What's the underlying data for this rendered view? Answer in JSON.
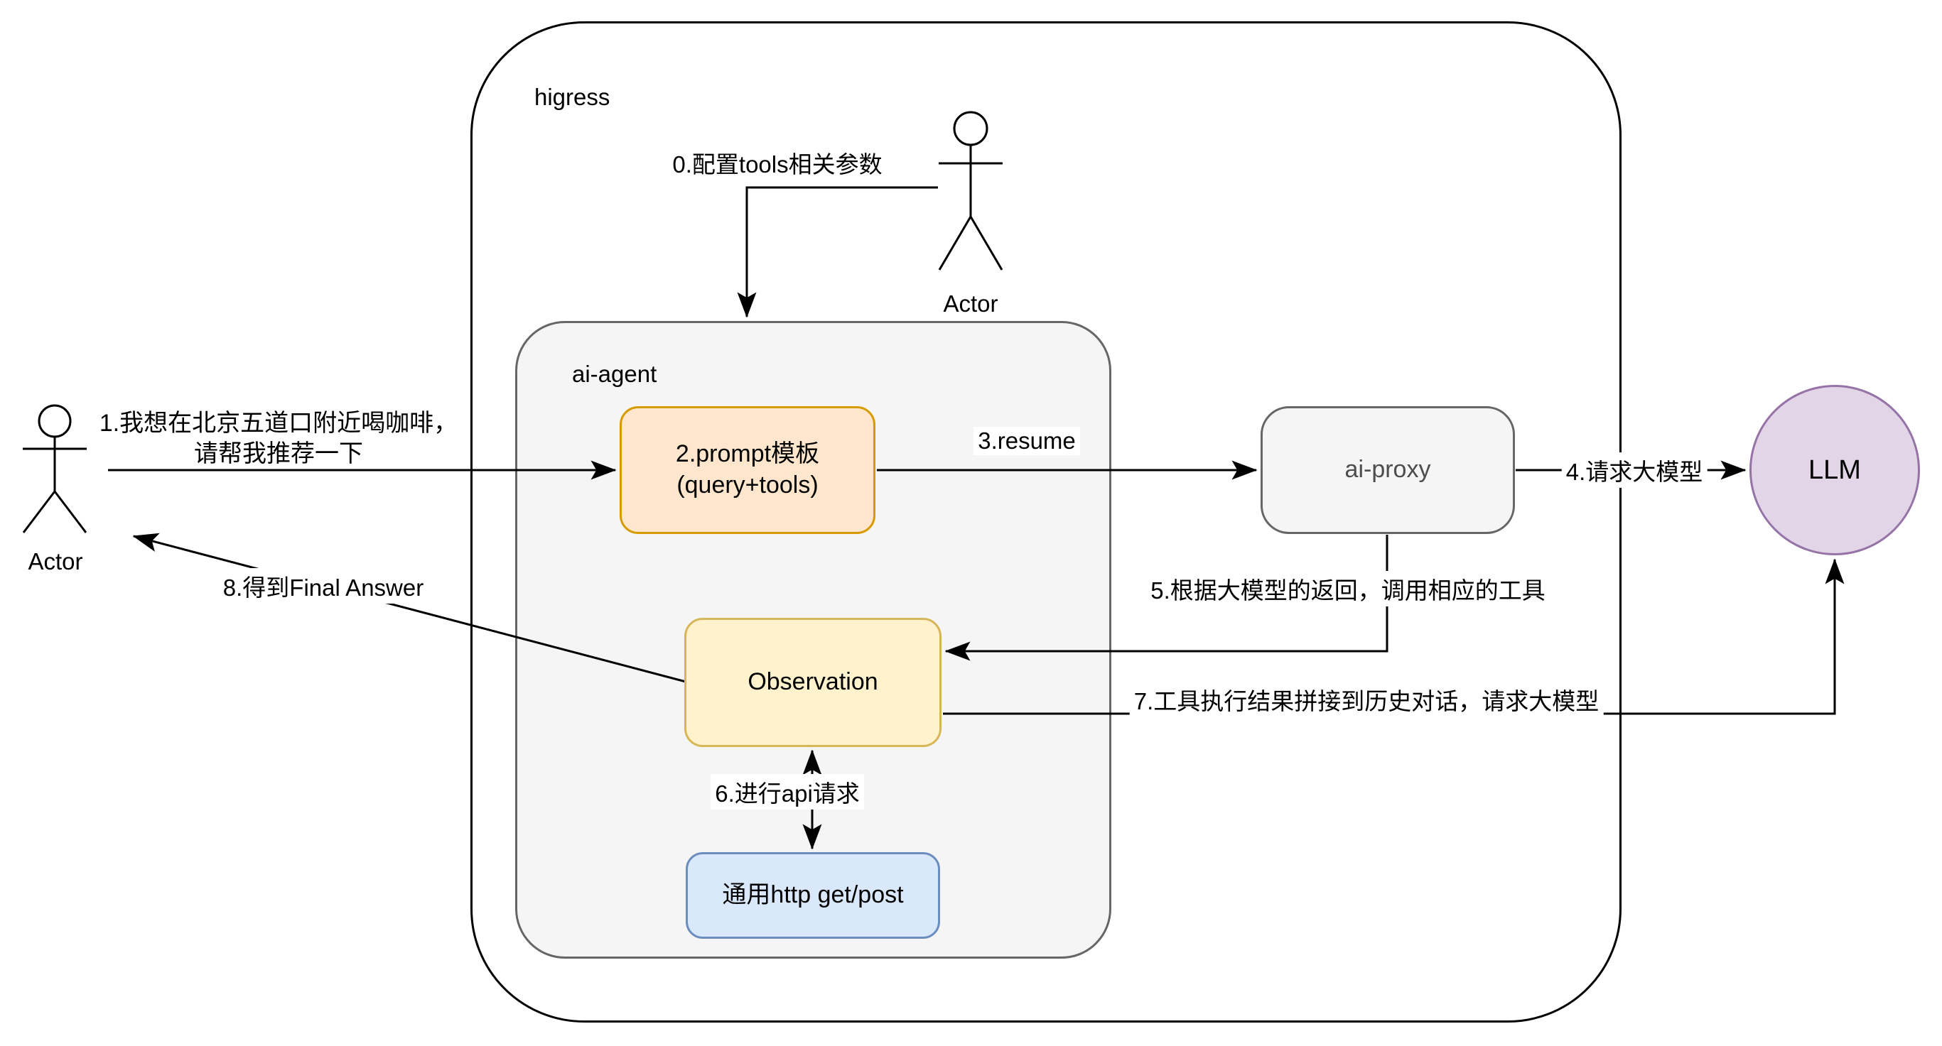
{
  "diagram": {
    "outer_container": {
      "label": "higress"
    },
    "agent_container": {
      "label": "ai-agent"
    },
    "actors": {
      "top": {
        "label": "Actor"
      },
      "left": {
        "label": "Actor"
      }
    },
    "nodes": {
      "prompt": {
        "line1": "2.prompt模板",
        "line2": "(query+tools)"
      },
      "ai_proxy": {
        "label": "ai-proxy"
      },
      "llm": {
        "label": "LLM"
      },
      "observation": {
        "label": "Observation"
      },
      "http": {
        "label": "通用http get/post"
      }
    },
    "steps": {
      "s0": "0.配置tools相关参数",
      "s1_line1": "1.我想在北京五道口附近喝咖啡，",
      "s1_line2": "请帮我推荐一下",
      "s3": "3.resume",
      "s4": "4.请求大模型",
      "s5": "5.根据大模型的返回，调用相应的工具",
      "s6": "6.进行api请求",
      "s7": "7.工具执行结果拼接到历史对话，请求大模型",
      "s8": "8.得到Final Answer"
    },
    "colors": {
      "prompt_fill": "#ffe6cc",
      "prompt_stroke": "#d79b00",
      "observation_fill": "#fff2cc",
      "observation_stroke": "#d6b656",
      "http_fill": "#dae8fc",
      "http_stroke": "#6c8ebf",
      "llm_fill": "#e1d5e7",
      "llm_stroke": "#9673a6",
      "container_fill": "#f5f5f5",
      "container_stroke": "#666666",
      "line": "#000000"
    }
  }
}
